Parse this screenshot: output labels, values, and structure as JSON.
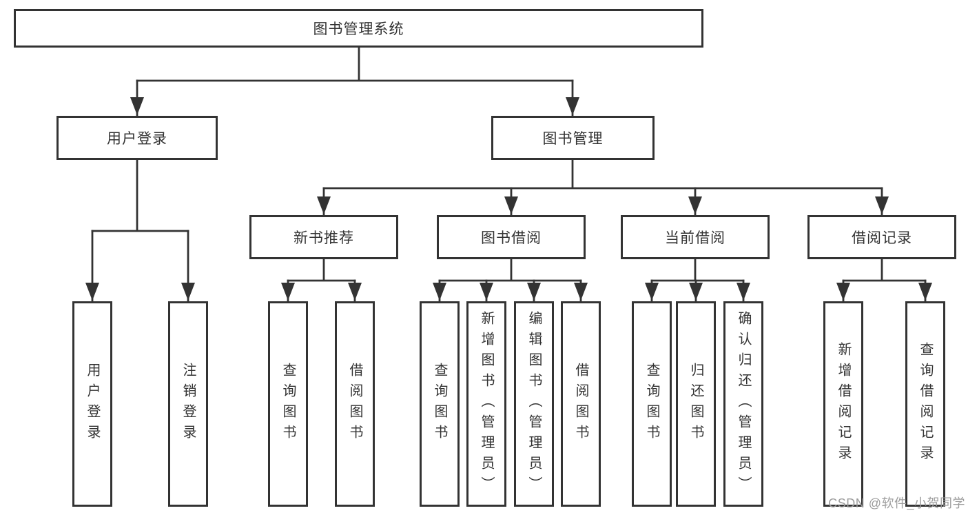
{
  "diagram": {
    "root": {
      "label": "图书管理系统",
      "children": [
        {
          "label": "用户登录",
          "children": [
            {
              "label": "用户登录"
            },
            {
              "label": "注销登录"
            }
          ]
        },
        {
          "label": "图书管理",
          "children": [
            {
              "label": "新书推荐",
              "children": [
                {
                  "label": "查询图书"
                },
                {
                  "label": "借阅图书"
                }
              ]
            },
            {
              "label": "图书借阅",
              "children": [
                {
                  "label": "查询图书"
                },
                {
                  "label": "新增图书（管理员）"
                },
                {
                  "label": "编辑图书（管理员）"
                },
                {
                  "label": "借阅图书"
                }
              ]
            },
            {
              "label": "当前借阅",
              "children": [
                {
                  "label": "查询图书"
                },
                {
                  "label": "归还图书"
                },
                {
                  "label": "确认归还（管理员）"
                }
              ]
            },
            {
              "label": "借阅记录",
              "children": [
                {
                  "label": "新增借阅记录"
                },
                {
                  "label": "查询借阅记录"
                }
              ]
            }
          ]
        }
      ]
    }
  },
  "watermark": "CSDN @软件_小贺同学",
  "colors": {
    "line": "#333333",
    "box_border": "#333333",
    "text": "#333333",
    "watermark": "#9d9d9d",
    "background": "#ffffff"
  }
}
